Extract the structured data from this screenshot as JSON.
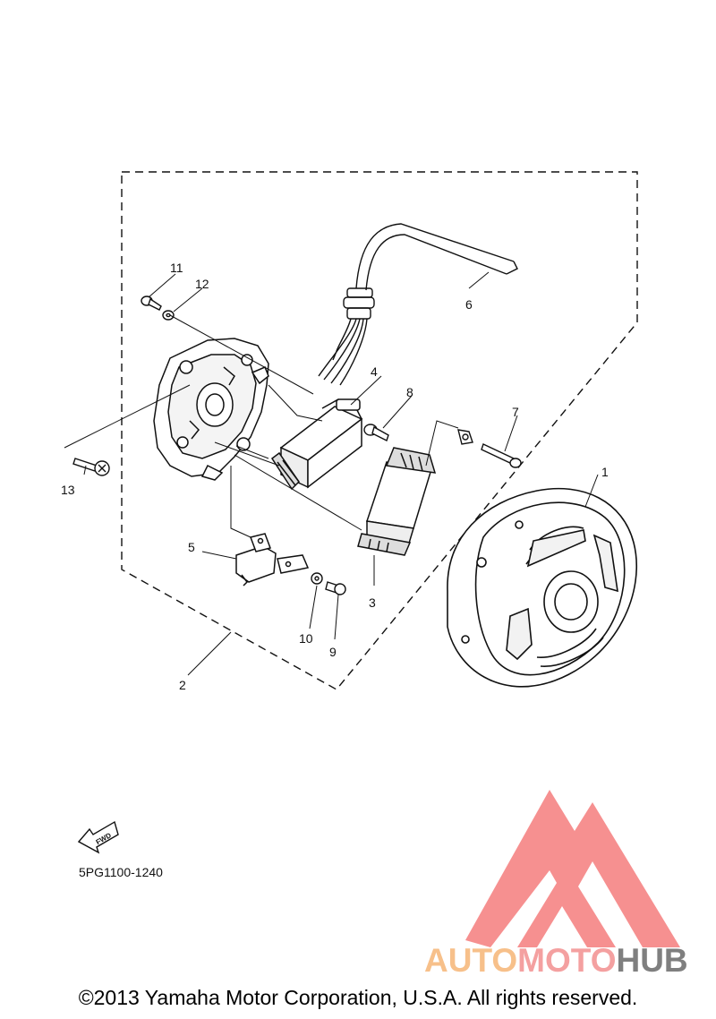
{
  "callouts": {
    "c1": "1",
    "c2": "2",
    "c3": "3",
    "c4": "4",
    "c5": "5",
    "c6": "6",
    "c7": "7",
    "c8": "8",
    "c9": "9",
    "c10": "10",
    "c11": "11",
    "c12": "12",
    "c13": "13"
  },
  "fwd_label": "FWD",
  "part_code": "5PG1100-1240",
  "watermark": {
    "part1": "AUTO",
    "part2": "MOTO",
    "part3": "HUB",
    "colors": {
      "auto": "#f7c08a",
      "moto": "#f4a0a0",
      "hub": "#7f7f7f",
      "mark": "#f57c7c"
    }
  },
  "copyright": "©2013 Yamaha Motor Corporation, U.S.A. All rights reserved."
}
